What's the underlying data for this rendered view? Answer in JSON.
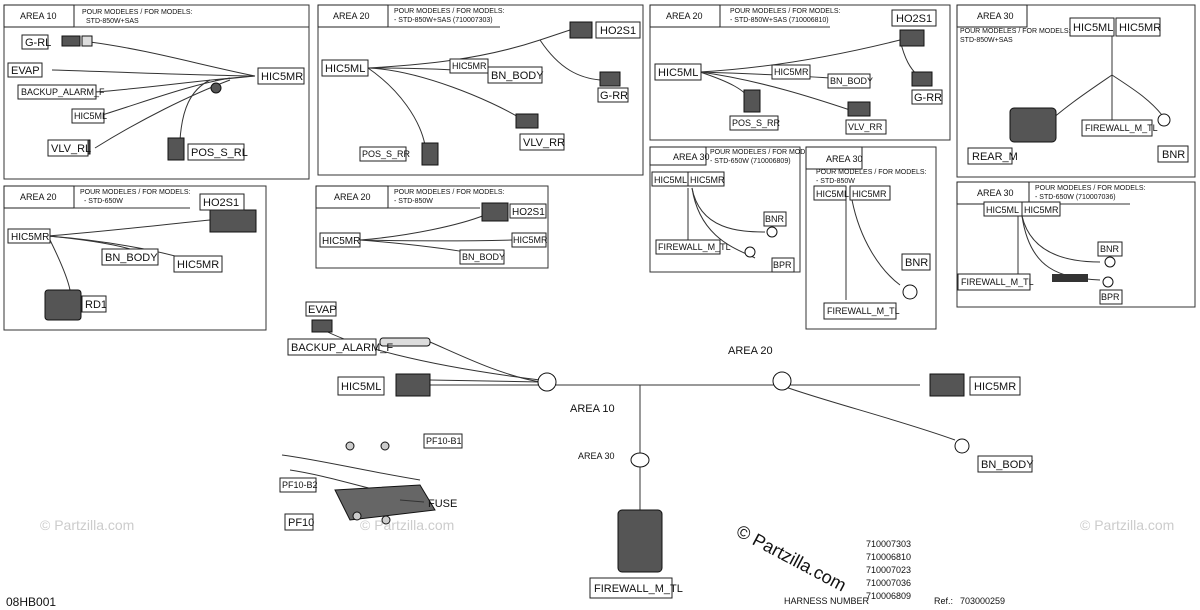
{
  "panels": {
    "p1": {
      "area": "AREA 10",
      "models": "POUR MODELES / FOR MODELS:",
      "models2": "STD-850W+SAS",
      "labels": {
        "grl": "G-RL",
        "evap": "EVAP",
        "backup": "BACKUP_ALARM_F",
        "hic5ml": "HIC5ML",
        "hic5mr": "HIC5MR",
        "vlv": "VLV_RL",
        "pos": "POS_S_RL"
      }
    },
    "p2": {
      "area": "AREA 20",
      "models": "POUR MODELES / FOR MODELS:",
      "models2": "- STD-850W+SAS (710007303)",
      "labels": {
        "h2": "HO2S1",
        "hic5ml": "HIC5ML",
        "hic5mr": "HIC5MR",
        "bn": "BN_BODY",
        "grr": "G-RR",
        "pos": "POS_S_RR",
        "vlv": "VLV_RR"
      }
    },
    "p3": {
      "area": "AREA 20",
      "models": "POUR MODELES / FOR MODELS:",
      "models2": "- STD-850W+SAS (710006810)",
      "labels": {
        "h2": "HO2S1",
        "hic5ml": "HIC5ML",
        "hic5mr": "HIC5MR",
        "bn": "BN_BODY",
        "grr": "G-RR",
        "pos": "POS_S_RR",
        "vlv": "VLV_RR"
      }
    },
    "p4": {
      "area": "AREA 30",
      "models": "POUR MODELES / FOR MODELS:",
      "models2": "STD-850W+SAS",
      "labels": {
        "hic5ml": "HIC5ML",
        "hic5mr": "HIC5MR",
        "rear": "REAR_M",
        "fw": "FIREWALL_M_TL",
        "bnr": "BNR"
      }
    },
    "p5": {
      "area": "AREA 20",
      "models": "POUR MODELES / FOR MODELS:",
      "models2": "- STD-650W",
      "labels": {
        "h2": "HO2S1",
        "hic5mr": "HIC5MR",
        "bn": "BN_BODY",
        "hic5mr2": "HIC5MR",
        "rd1": "RD1"
      }
    },
    "p6": {
      "area": "AREA 20",
      "models": "POUR MODELES / FOR MODELS:",
      "models2": "- STD-850W",
      "labels": {
        "h2": "HO2S1",
        "hic5mr": "HIC5MR",
        "hic5mr2": "HIC5MR",
        "bn": "BN_BODY"
      }
    },
    "p7": {
      "area": "AREA 30",
      "models": "POUR MODELES / FOR MODELS:",
      "models2": "- STD-650W (710006809)",
      "labels": {
        "hic5ml": "HIC5ML",
        "hic5mr": "HIC5MR",
        "bnr": "BNR",
        "fw": "FIREWALL_M_TL",
        "bpr": "BPR"
      }
    },
    "p8": {
      "area": "AREA 30",
      "models": "POUR MODELES / FOR MODELS:",
      "models2": "- STD-850W",
      "labels": {
        "hic5ml": "HIC5ML",
        "hic5mr": "HIC5MR",
        "bnr": "BNR",
        "fw": "FIREWALL_M_TL"
      }
    },
    "p9": {
      "area": "AREA 30",
      "models": "POUR MODELES / FOR MODELS:",
      "models2": "- STD-650W (710007036)",
      "labels": {
        "hic5ml": "HIC5ML",
        "hic5mr": "HIC5MR",
        "bnr": "BNR",
        "fw": "FIREWALL_M_TL",
        "bpr": "BPR"
      }
    }
  },
  "main": {
    "evap": "EVAP",
    "backup": "BACKUP_ALARM_F",
    "hic5ml": "HIC5ML",
    "hic5mr": "HIC5MR",
    "bn_body": "BN_BODY",
    "area10": "AREA 10",
    "area20": "AREA 20",
    "area30": "AREA 30",
    "firewall": "FIREWALL_M_TL",
    "pf10b1": "PF10-B1",
    "pf10b2": "PF10-B2",
    "pf10": "PF10",
    "fuse": "FUSE"
  },
  "footer": {
    "code": "08HB001",
    "harness_label": "HARNESS NUMBER",
    "ref_label": "Ref.:",
    "ref_value": "703000259",
    "numbers": [
      "710007303",
      "710006810",
      "710007023",
      "710007036",
      "710006809"
    ],
    "copyright": "© Partzilla.com"
  },
  "watermark": "© Partzilla.com"
}
